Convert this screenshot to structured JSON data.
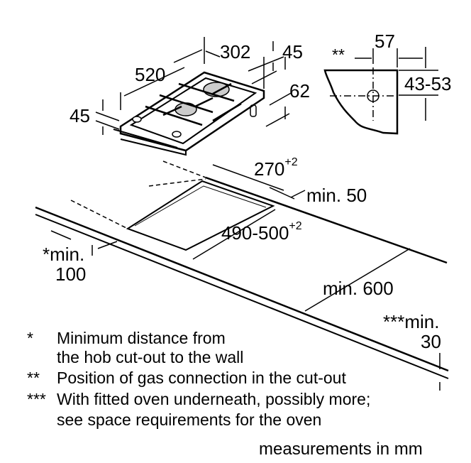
{
  "dimensions": {
    "hob_depth": "520",
    "hob_width": "302",
    "hob_height_top": "45",
    "hob_height_left": "45",
    "hob_below": "62",
    "gas_offset": "57",
    "gas_marker": "**",
    "gas_height": "43-53",
    "cutout_width": "270",
    "cutout_width_tol": "+2",
    "cutout_depth": "490-500",
    "cutout_depth_tol": "+2",
    "min_back": "min. 50",
    "min_wall_a": "*min.",
    "min_wall_b": "100",
    "min_worktop": "min. 600",
    "min_front_a": "***min.",
    "min_front_b": "30"
  },
  "notes": [
    {
      "marker": "*",
      "lines": [
        "Minimum distance from",
        "the hob cut-out to the wall"
      ]
    },
    {
      "marker": "**",
      "lines": [
        "Position of gas connection in the cut-out"
      ]
    },
    {
      "marker": "***",
      "lines": [
        "With fitted oven underneath, possibly more;",
        "see space requirements for the oven"
      ]
    }
  ],
  "units": "measurements in mm"
}
